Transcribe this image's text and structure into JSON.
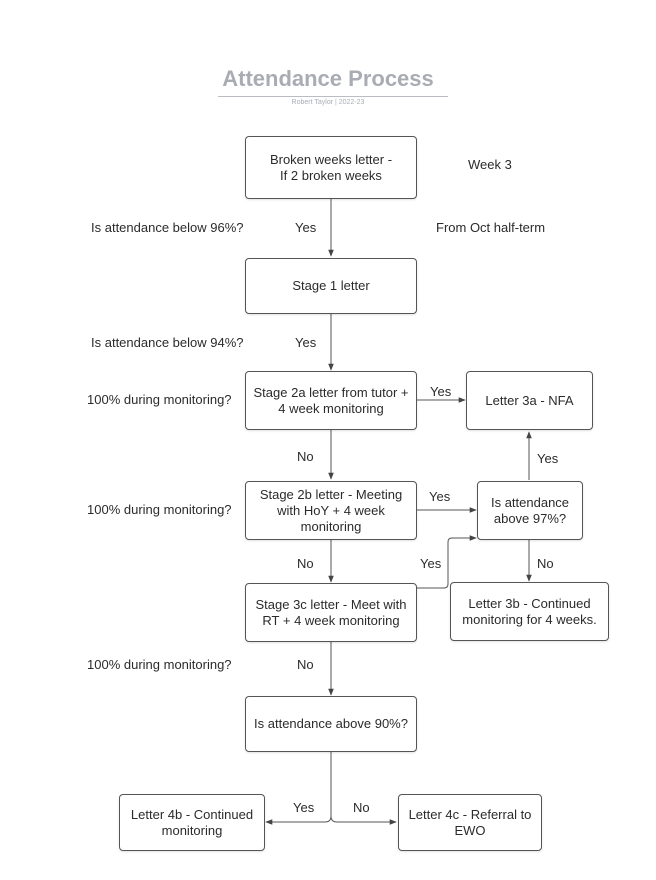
{
  "header": {
    "title": "Attendance Process",
    "subtitle": "Robert Taylor  |  2022-23"
  },
  "nodes": {
    "broken_weeks": "Broken weeks letter -\nIf 2 broken weeks",
    "stage1": "Stage 1 letter",
    "stage2a": "Stage 2a letter from tutor +\n4 week monitoring",
    "letter3a": "Letter 3a - NFA",
    "stage2b": "Stage 2b letter - Meeting\nwith HoY + 4 week\nmonitoring",
    "decision97": "Is attendance\nabove 97%?",
    "stage3c": "Stage 3c letter - Meet with\nRT + 4 week monitoring",
    "letter3b": "Letter 3b - Continued\nmonitoring for 4 weeks.",
    "decision90": "Is attendance above 90%?",
    "letter4b": "Letter 4b - Continued\nmonitoring",
    "letter4c": "Letter 4c - Referral to\nEWO"
  },
  "side_labels": {
    "week3": "Week 3",
    "from_oct": "From Oct half-term",
    "q96": "Is attendance below 96%?",
    "q94": "Is attendance below 94%?",
    "monitor1": "100% during monitoring?",
    "monitor2": "100% during monitoring?",
    "monitor3": "100% during monitoring?"
  },
  "edge_labels": {
    "yes_96": "Yes",
    "yes_94": "Yes",
    "yes_2a_3a": "Yes",
    "no_2a_2b": "No",
    "yes_97_3a": "Yes",
    "yes_2b_97": "Yes",
    "no_2b_3c": "No",
    "yes_3c_97": "Yes",
    "no_97_3b": "No",
    "no_3c_90": "No",
    "yes_90_4b": "Yes",
    "no_90_4c": "No"
  }
}
